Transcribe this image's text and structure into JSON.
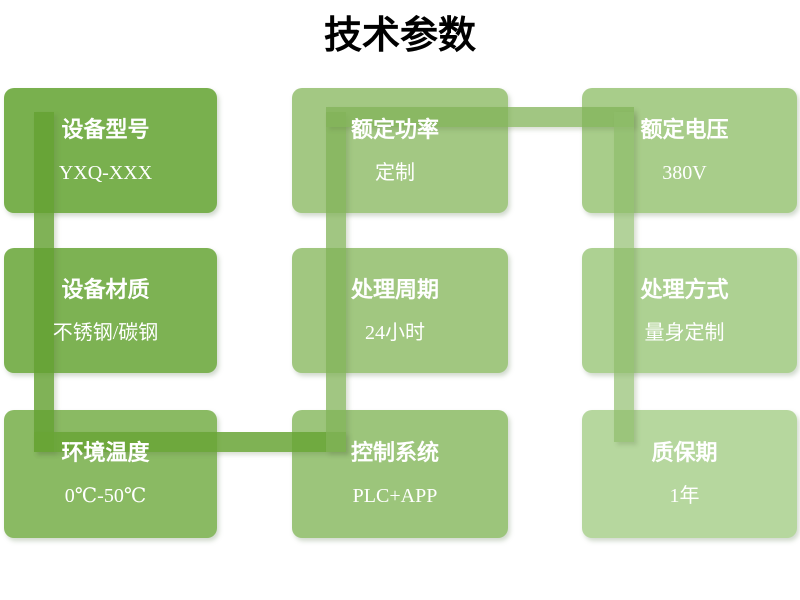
{
  "title": "技术参数",
  "boxes": [
    {
      "id": "device-model",
      "title": "设备型号",
      "value": "YXQ-XXX",
      "color": "#79B04E"
    },
    {
      "id": "rated-power",
      "title": "额定功率",
      "value": "定制",
      "color": "#A3C883"
    },
    {
      "id": "rated-voltage",
      "title": "额定电压",
      "value": "380V",
      "color": "#A8CD8A"
    },
    {
      "id": "device-material",
      "title": "设备材质",
      "value": "不锈钢/碳钢",
      "color": "#7DB253"
    },
    {
      "id": "processing-cycle",
      "title": "处理周期",
      "value": "24小时",
      "color": "#A1C780"
    },
    {
      "id": "processing-method",
      "title": "处理方式",
      "value": "量身定制",
      "color": "#ADD192"
    },
    {
      "id": "ambient-temperature",
      "title": "环境温度",
      "value": "0℃-50℃",
      "color": "#8ABA63"
    },
    {
      "id": "control-system",
      "title": "控制系统",
      "value": "PLC+APP",
      "color": "#9CC57B"
    },
    {
      "id": "warranty-period",
      "title": "质保期",
      "value": "1年",
      "color": "#B6D79E"
    }
  ],
  "connectors": {
    "col1_vertical": "rgba(100,161,50,0.82)",
    "row3_horizontal": "rgba(104,164,54,0.85)",
    "col2_vertical": "rgba(129,179,88,0.75)",
    "row1_horizontal": "rgba(129,179,88,0.75)",
    "col3_vertical": "rgba(142,189,106,0.68)"
  }
}
